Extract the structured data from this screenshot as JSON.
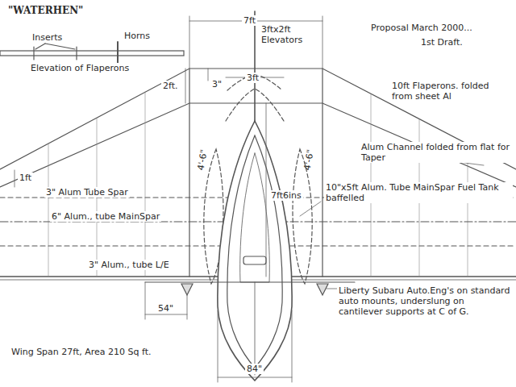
{
  "diagram": {
    "title": "\"WATERHEN\"",
    "labels": [
      "Inserts",
      "Horns",
      "Elevation of Flaperons",
      "3\"",
      "7ft",
      "3ftx2ft Elevators",
      "Proposal March 2000...",
      "1st Draft.",
      "2ft.",
      "3ft",
      "10ft Flaperons. folded from sheet Al",
      "7ft6ins",
      "1ft",
      "3\" Alum Tube Spar",
      "Alum Channel folded from flat for Taper",
      "6\" Alum., tube MainSpar",
      "10\"x5ft Alum. Tube MainSpar Fuel Tank baffelled",
      "3\" Alum., tube L/E",
      "4'-6\"",
      "4'-6\"",
      "54\"",
      "Liberty Subaru Auto.Eng's on standard auto mounts, underslung on cantilever supports at C of G.",
      "Wing Span 27ft, Area 210 Sq ft.",
      "84\""
    ]
  }
}
